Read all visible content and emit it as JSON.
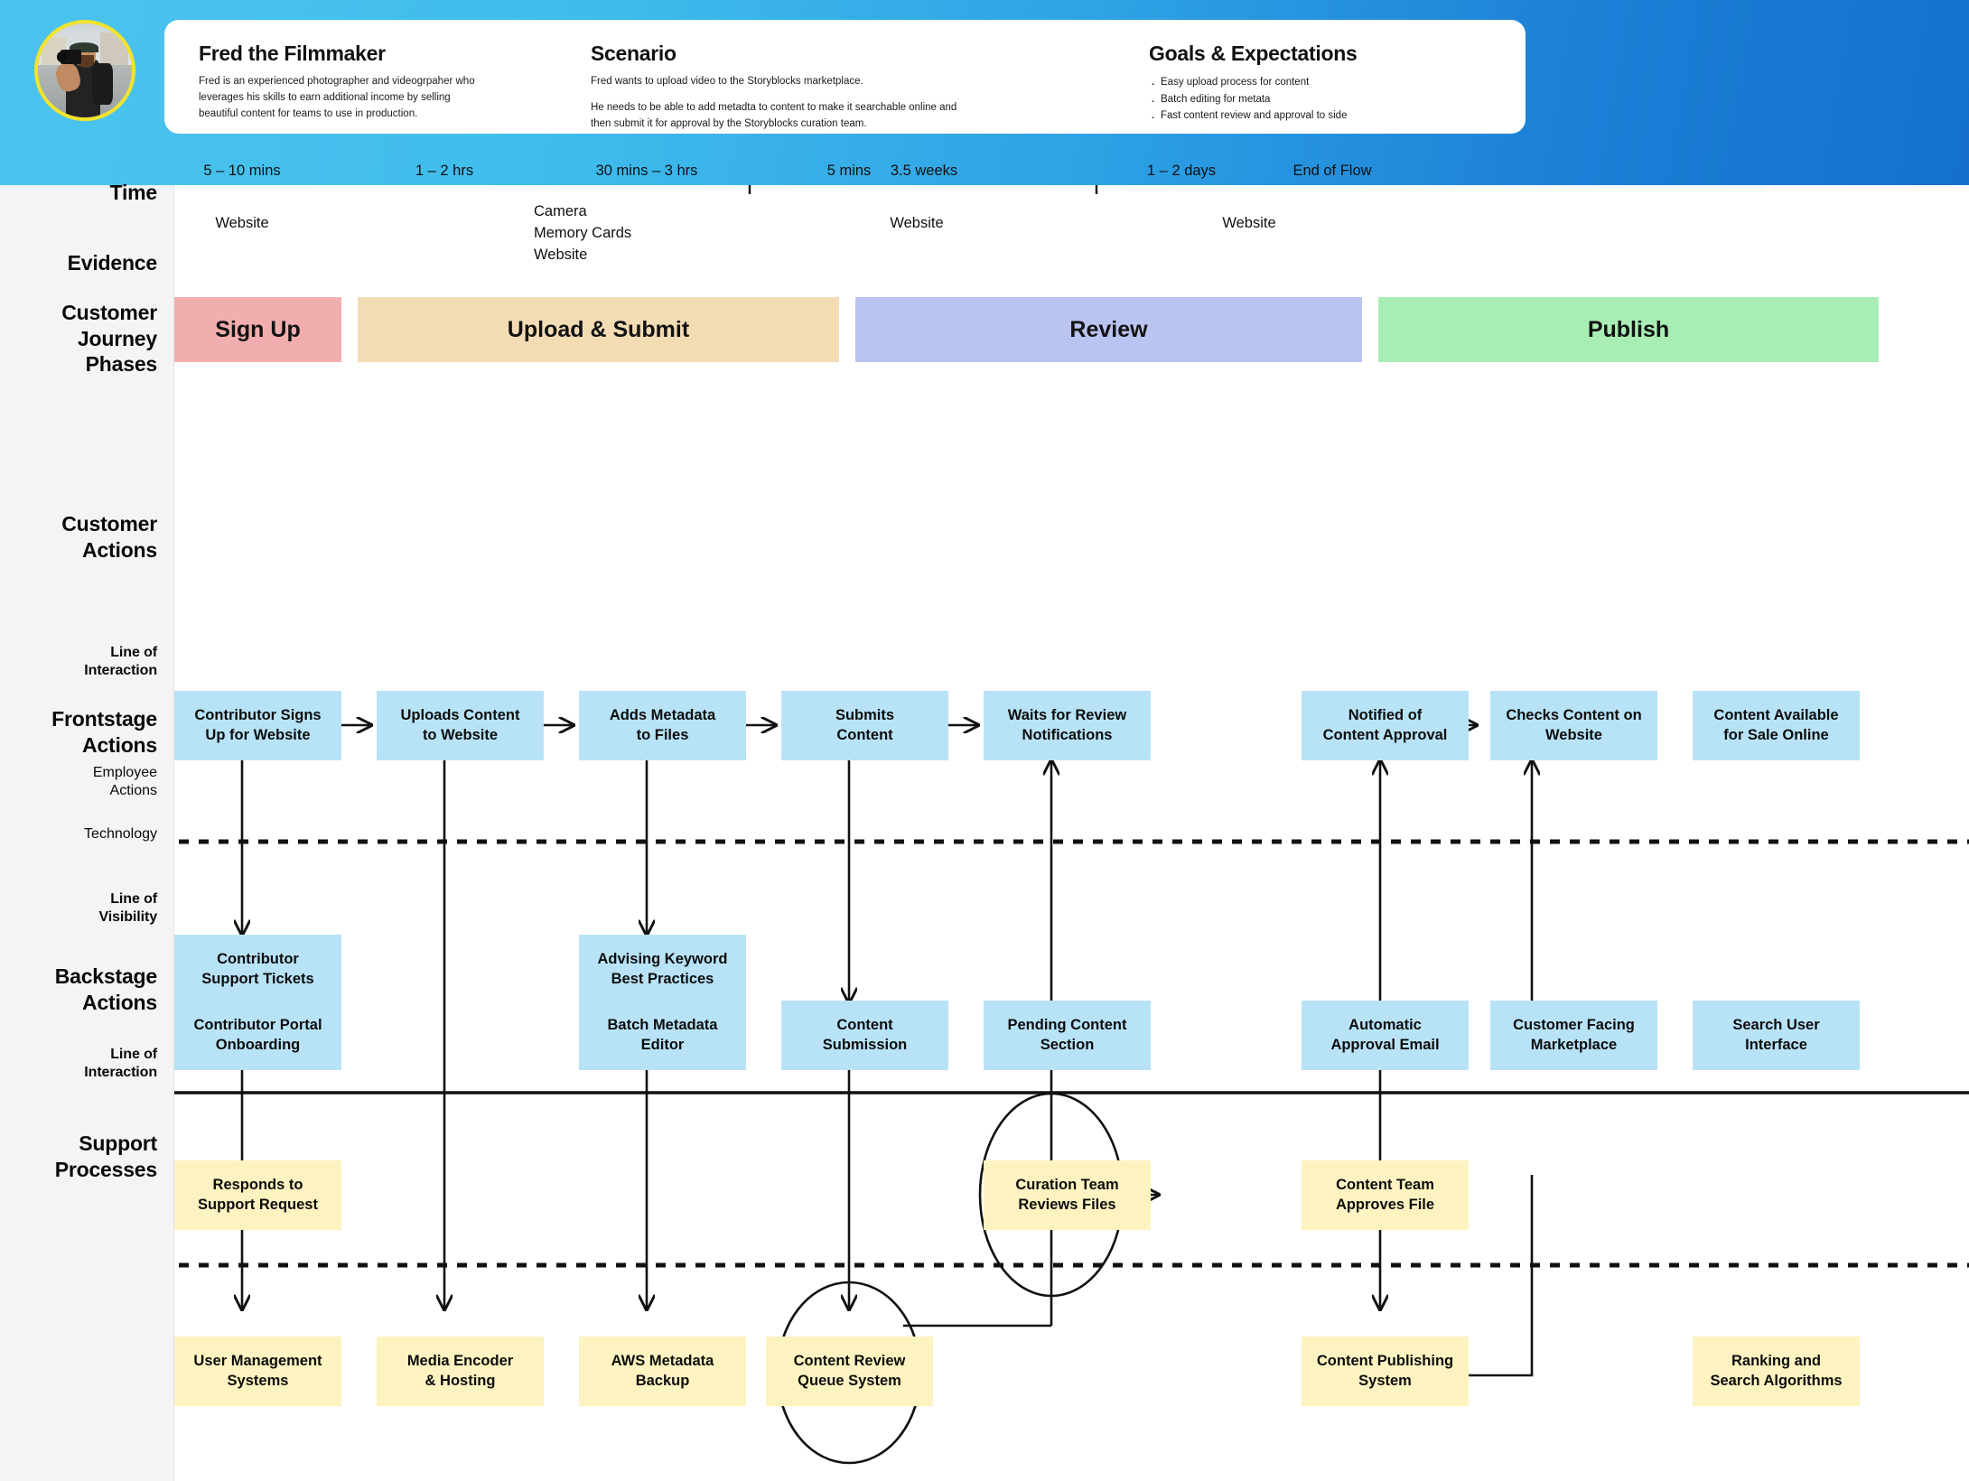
{
  "header": {
    "avatar_alt": "photographer-avatar",
    "persona": {
      "title": "Fred the Filmmaker",
      "body": "Fred is an experienced photographer and videogrpaher who leverages  his skills to earn additional income by selling beautiful content for teams to use in production."
    },
    "scenario": {
      "title": "Scenario",
      "para1": "Fred wants to upload video to the Storyblocks marketplace.",
      "para2": "He needs to be able to add metadta to content to make it searchable online and then submit it for approval by the Storyblocks curation team."
    },
    "goals": {
      "title": "Goals & Expectations",
      "items": [
        "Easy upload process for content",
        "Batch editing for metata",
        "Fast content review and approval to side"
      ]
    }
  },
  "rail": [
    {
      "label": "Time",
      "size": "big"
    },
    {
      "label": "Evidence",
      "size": "big"
    },
    {
      "label": "Customer\nJourney\nPhases",
      "size": "big"
    },
    {
      "label": "Customer\nActions",
      "size": "big"
    },
    {
      "label": "Line of\nInteraction",
      "size": "mid"
    },
    {
      "label": "Frontstage\nActions",
      "size": "big"
    },
    {
      "label": "Employee\nActions",
      "size": "sm"
    },
    {
      "label": "Technology",
      "size": "sm"
    },
    {
      "label": "Line of\nVisibility",
      "size": "mid"
    },
    {
      "label": "Backstage\nActions",
      "size": "big"
    },
    {
      "label": "Line of\nInteraction",
      "size": "mid"
    },
    {
      "label": "Support\nProcesses",
      "size": "big"
    }
  ],
  "time_row": [
    "5 – 10 mins",
    "1 – 2 hrs",
    "30 mins – 3 hrs",
    "5 mins",
    "3.5 weeks",
    "1 – 2 days",
    "End of Flow"
  ],
  "evidence_row": [
    "Website",
    "Camera\nMemory Cards\nWebsite",
    "Website",
    "Website"
  ],
  "phases": [
    {
      "label": "Sign Up",
      "color": "#f2aeae"
    },
    {
      "label": "Upload & Submit",
      "color": "#f3dcb4"
    },
    {
      "label": "Review",
      "color": "#b9c4f0"
    },
    {
      "label": "Publish",
      "color": "#a8eeb4"
    }
  ],
  "customer_actions": [
    "Contributor Signs\nUp for Website",
    "Uploads Content\nto Website",
    "Adds Metadata\nto Files",
    "Submits\nContent",
    "Waits for Review\nNotifications",
    "Notified of\nContent Approval",
    "Checks Content on\nWebsite",
    "Content Available\nfor Sale Online"
  ],
  "employee_actions": [
    "Contributor\nSupport Tickets",
    "Advising Keyword\nBest Practices"
  ],
  "technology": [
    "Contributor Portal\nOnboarding",
    "Batch Metadata\nEditor",
    "Content\nSubmission",
    "Pending Content\nSection",
    "Automatic\nApproval Email",
    "Customer Facing\nMarketplace",
    "Search User\nInterface"
  ],
  "backstage_actions": [
    "Responds to\nSupport Request",
    "Curation Team\nReviews Files",
    "Content Team\nApproves File"
  ],
  "support_processes": [
    "User Management\nSystems",
    "Media Encoder\n& Hosting",
    "AWS Metadata\nBackup",
    "Content Review\nQueue System",
    "Content Publishing\nSystem",
    "Ranking and\nSearch Algorithms"
  ],
  "colors": {
    "header_gradient_start": "#4cc3ee",
    "header_gradient_end": "#1470cc",
    "node_blue": "#b8e3f7",
    "node_yellow": "#fcf3c0",
    "phase_signup": "#f2aeae",
    "phase_upload": "#f3dcb4",
    "phase_review": "#b9c4f0",
    "phase_publish": "#a8eeb4",
    "avatar_ring": "#f2e42c"
  }
}
